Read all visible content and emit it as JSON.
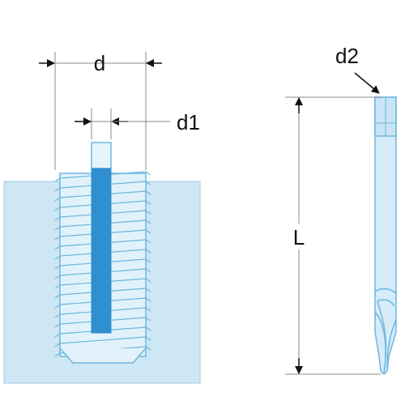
{
  "labels": {
    "d": "d",
    "d1": "d1",
    "d2": "d2",
    "L": "L"
  },
  "colors": {
    "block": "#cde7f4",
    "thread_fill": "#d9eef8",
    "outline": "#6cb6df",
    "shaft": "#2f8fd0",
    "line": "#111111"
  }
}
